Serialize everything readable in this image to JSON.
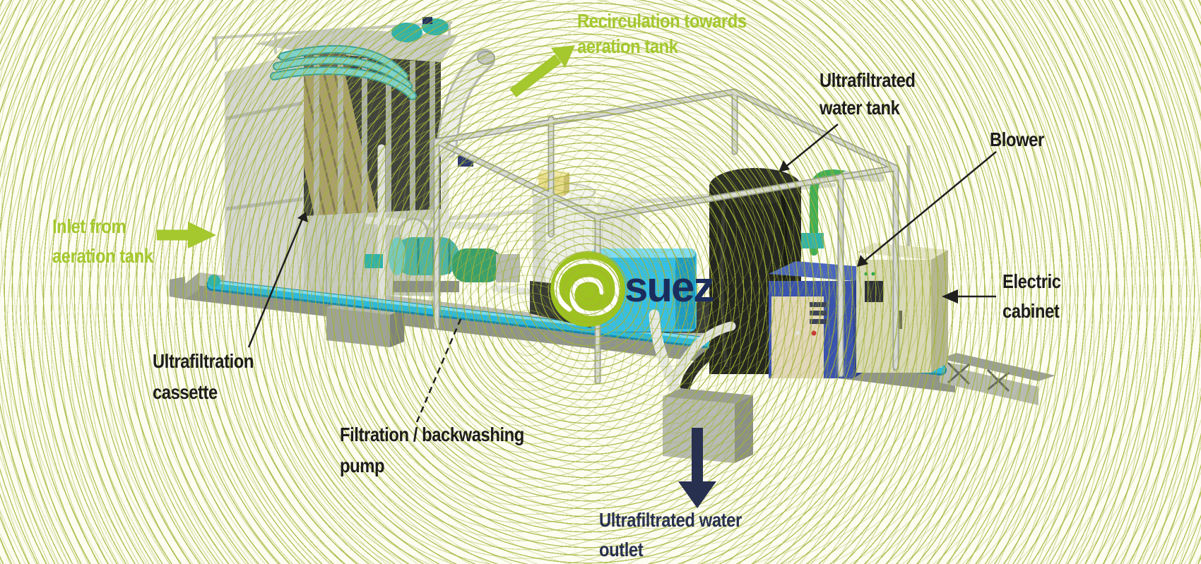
{
  "logo": {
    "wordmark": "suez"
  },
  "labels": {
    "recirculation": {
      "line1": "Recirculation towards",
      "line2": "aeration tank"
    },
    "inlet": {
      "line1": "Inlet from",
      "line2": "aeration tank"
    },
    "uf_water_tank": {
      "line1": "Ultrafiltrated",
      "line2": "water tank"
    },
    "blower": {
      "line1": "Blower"
    },
    "electric_cabinet": {
      "line1": "Electric",
      "line2": "cabinet"
    },
    "uf_cassette": {
      "line1": "Ultrafiltration",
      "line2": "cassette"
    },
    "filtration_pump": {
      "line1": "Filtration / backwashing",
      "line2": "pump"
    },
    "uf_outlet": {
      "line1": "Ultrafiltrated water",
      "line2": "outlet"
    }
  },
  "colors": {
    "label_green": "#a4c82e",
    "label_dark": "#1c1c1a",
    "label_navy": "#27304f",
    "pattern_line": "#a3b234",
    "logo_green": "#9dc41e",
    "logo_navy": "#1b2d5c"
  }
}
